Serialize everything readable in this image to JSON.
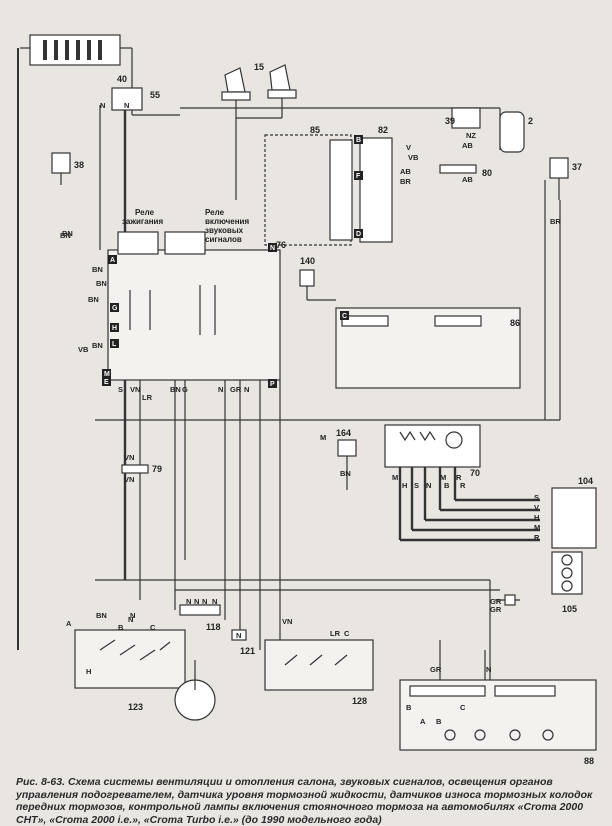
{
  "component_numbers": {
    "c104": "104",
    "c105": "105",
    "c118": "118",
    "c121": "121",
    "c123": "123",
    "c128": "128",
    "c15": "15",
    "c164": "164",
    "c2": "2",
    "c37": "37",
    "c38": "38",
    "c39": "39",
    "c40": "40",
    "c55": "55",
    "c70": "70",
    "c76": "76",
    "c79": "79",
    "c80": "80",
    "c82": "82",
    "c85": "85",
    "c86": "86",
    "c88": "88",
    "c140": "140"
  },
  "relay_labels": {
    "ignition": [
      "Реле",
      "зажигания"
    ],
    "horn": [
      "Реле",
      "включения",
      "звуковых",
      "сигналов"
    ]
  },
  "wire_codes": [
    "N",
    "N",
    "BN",
    "BN",
    "BN",
    "BN",
    "VB",
    "BN",
    "S",
    "VN",
    "LR",
    "BN",
    "G",
    "N",
    "GR",
    "N",
    "VN",
    "VN",
    "N",
    "N",
    "N",
    "N",
    "N",
    "GR",
    "GR",
    "M",
    "H",
    "S",
    "N",
    "M",
    "R",
    "S",
    "V",
    "H",
    "M",
    "R",
    "BN",
    "N",
    "LR",
    "C",
    "VN",
    "N",
    "BN",
    "A",
    "B",
    "C",
    "H",
    "BR",
    "BN",
    "NZ",
    "AB",
    "AB",
    "V",
    "VB",
    "AB",
    "BR",
    "GR",
    "N",
    "B",
    "C",
    "A",
    "B",
    "M",
    "B",
    "R"
  ],
  "connector_letters": [
    "A",
    "B",
    "C",
    "D",
    "E",
    "F",
    "G",
    "H",
    "L",
    "M",
    "N",
    "P"
  ],
  "caption": "Рис. 8-63. Схема системы вентиляции и отопления салона, звуковых сигналов, освещения органов управления подогревателем, датчика уровня тормозной жидкости, датчиков износа тормозных колодок передних тормозов, контрольной лампы включения стояночного тормоза на автомобилях «Croma 2000 CHT», «Croma 2000 i.e.», «Croma Turbo i.e.» (до 1990 модельного года)"
}
